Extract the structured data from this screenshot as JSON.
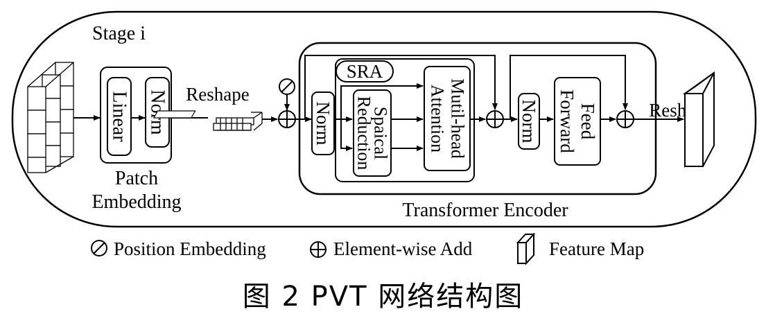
{
  "stage": {
    "label": "Stage i"
  },
  "patch_embedding": {
    "linear": "Linear",
    "norm": "Norm",
    "label_line1": "Patch",
    "label_line2": "Embedding"
  },
  "reshape_in": "Reshape",
  "reshape_out": "Reshape",
  "transformer": {
    "label": "Transformer Encoder",
    "norm1": "Norm",
    "sra": "SRA",
    "spatial_line1": "Spaical",
    "spatial_line2": "Reduction",
    "attention_line1": "Mutil-head",
    "attention_line2": "Attention",
    "norm2": "Norm",
    "ff_line1": "Feed",
    "ff_line2": "Forward"
  },
  "legend": {
    "position_embedding": "Position Embedding",
    "element_wise_add": "Element-wise Add",
    "feature_map": "Feature Map"
  },
  "caption": "图 2   PVT 网络结构图"
}
